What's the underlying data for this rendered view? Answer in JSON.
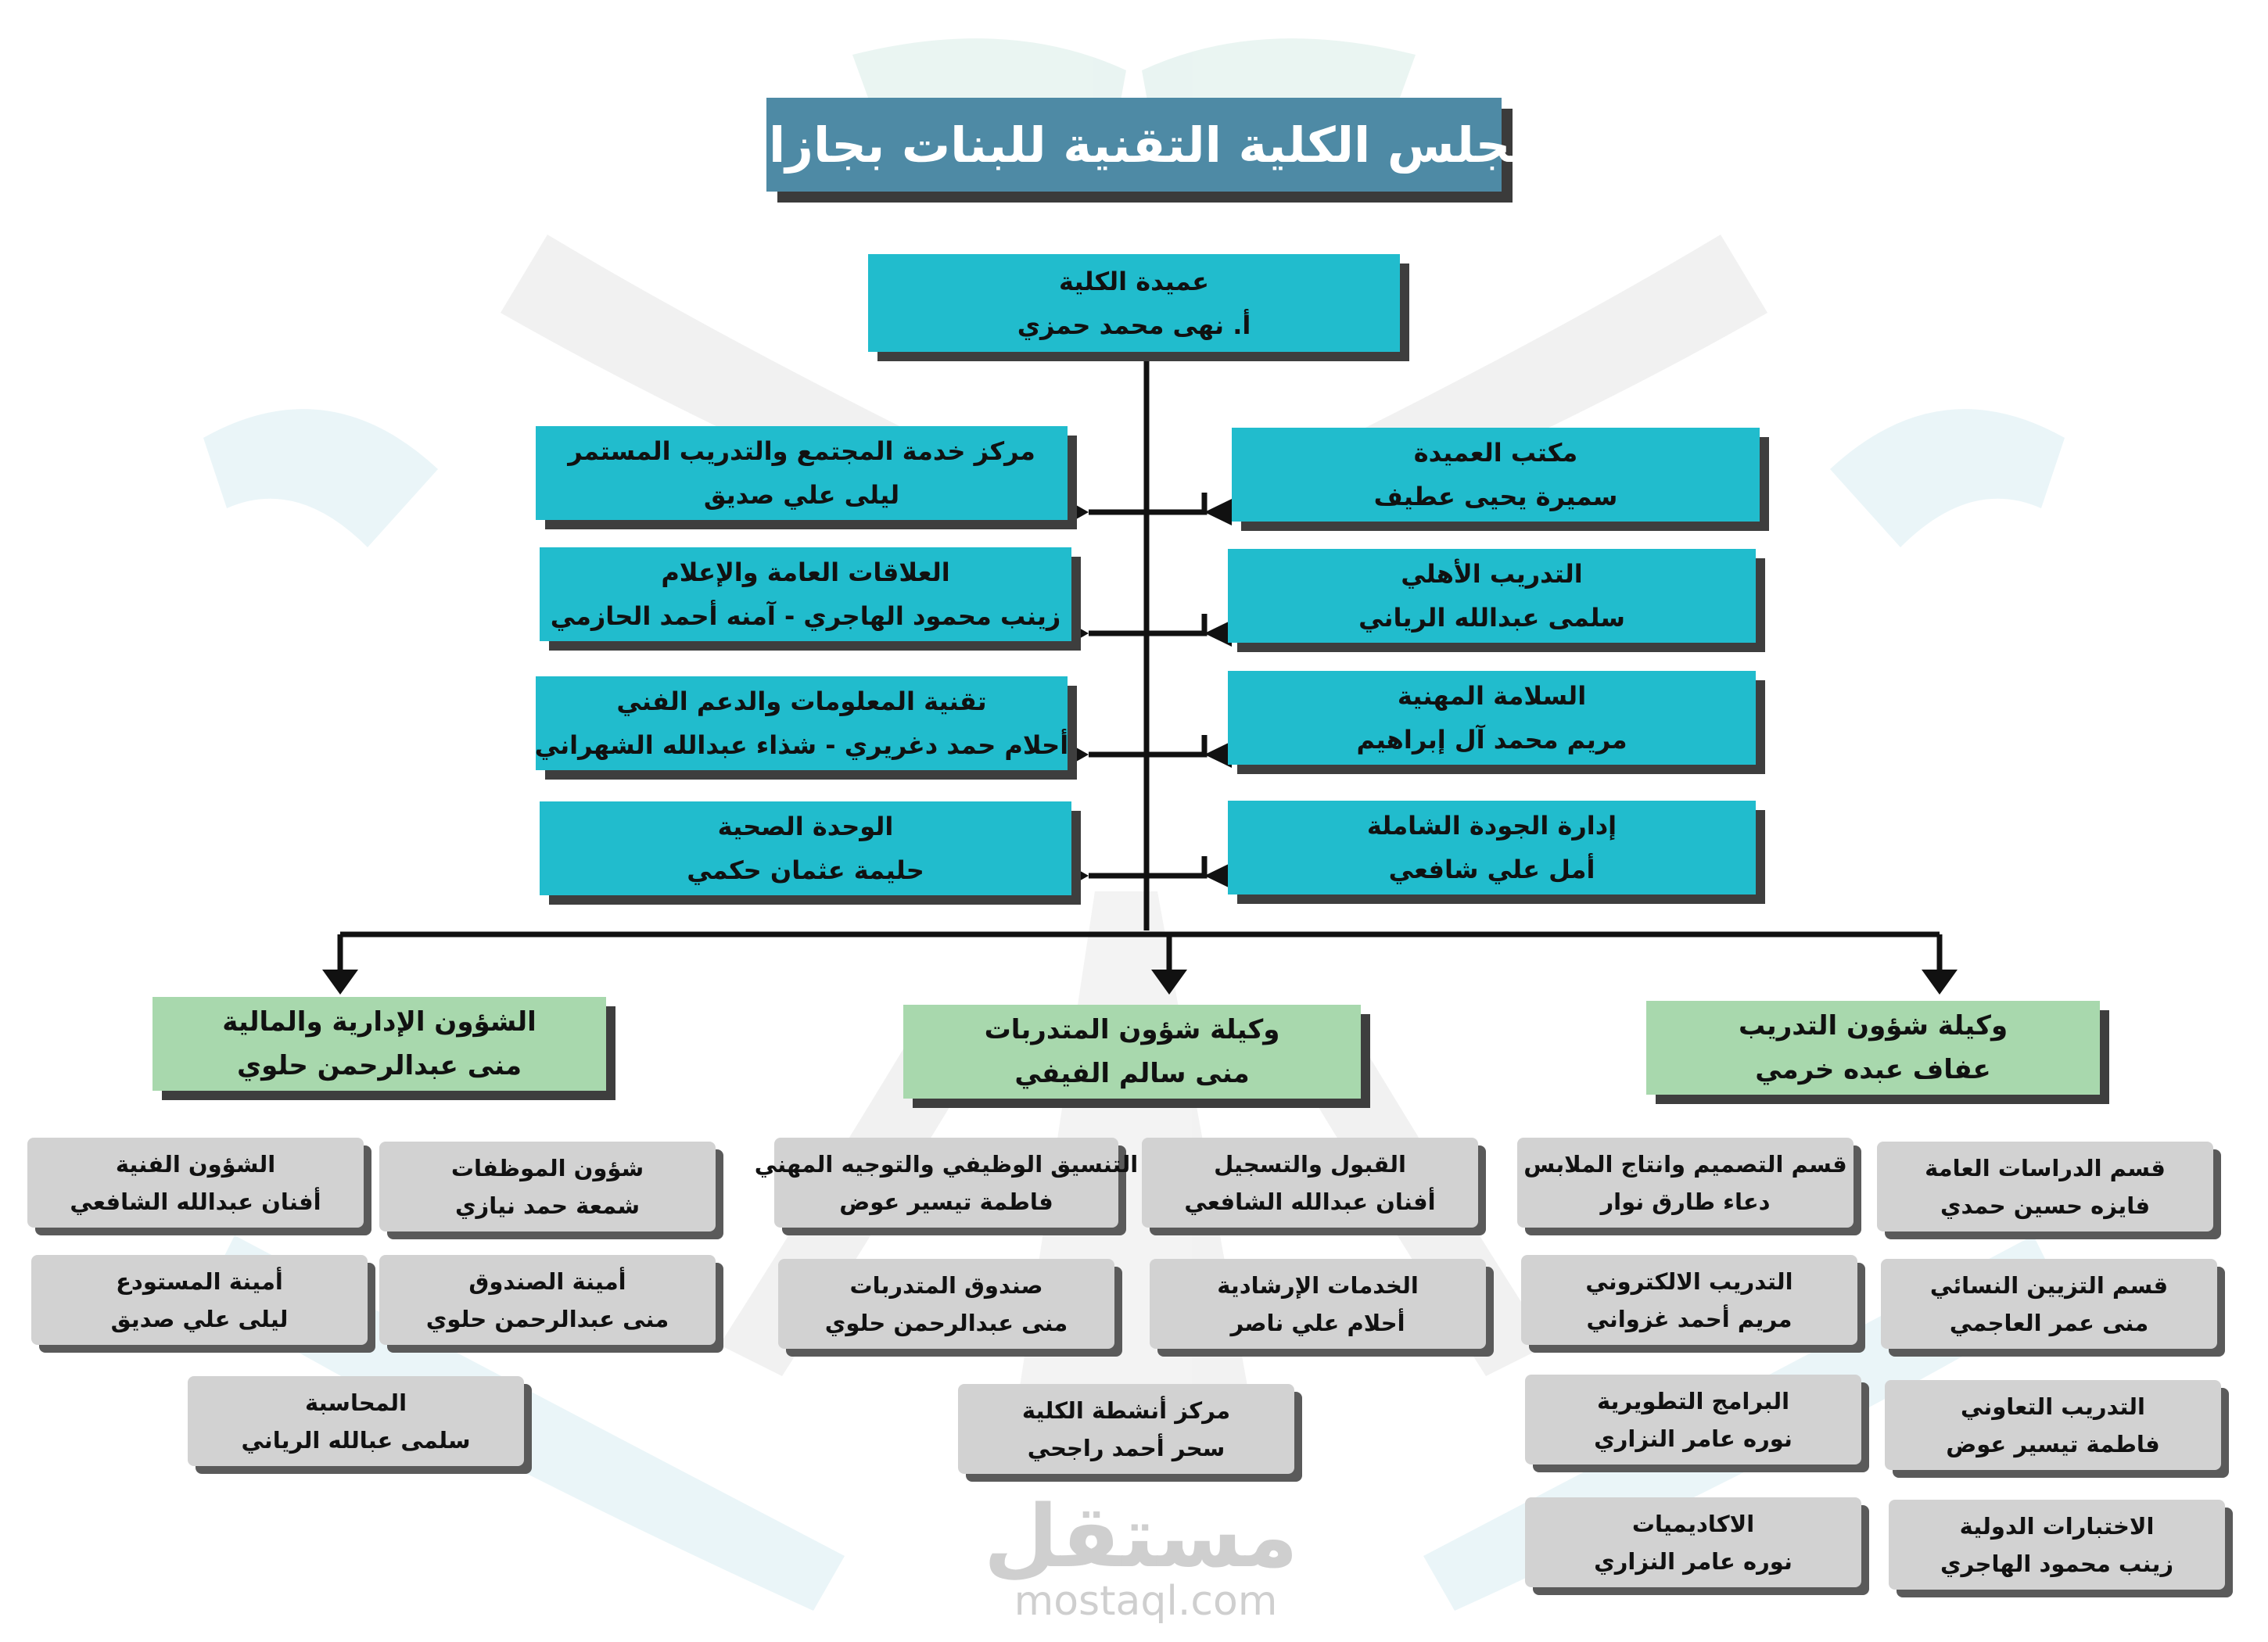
{
  "title": "مجلس الكلية التقنية للبنات بجازان",
  "dean": {
    "role": "عميدة الكلية",
    "name": "أ. نهى محمد حمزي"
  },
  "right_offices": [
    {
      "role": "مكتب العميدة",
      "name": "سميرة يحيى عطيف"
    },
    {
      "role": "التدريب الأهلي",
      "name": "سلمى عبدالله الرياني"
    },
    {
      "role": "السلامة المهنية",
      "name": "مريم محمد آل إبراهيم"
    },
    {
      "role": "إدارة الجودة الشاملة",
      "name": "أمل علي شافعي"
    }
  ],
  "left_offices": [
    {
      "role": "مركز خدمة المجتمع والتدريب المستمر",
      "name": "ليلى علي صديق"
    },
    {
      "role": "العلاقات العامة والإعلام",
      "name": "زينب محمود الهاجري - آمنه أحمد الحازمي"
    },
    {
      "role": "تقنية المعلومات والدعم الفني",
      "name": "أحلام حمد دغريري - شذاء عبدالله الشهراني"
    },
    {
      "role": "الوحدة الصحية",
      "name": "حليمة عثمان حكمي"
    }
  ],
  "vice_deans": [
    {
      "role": "وكيلة شؤون التدريب",
      "name": "عفاف عبده خرمي"
    },
    {
      "role": "وكيلة شؤون المتدربات",
      "name": "منى سالم الفيفي"
    },
    {
      "role": "الشؤون الإدارية والمالية",
      "name": "منى عبدالرحمن حلوي"
    }
  ],
  "training_units": [
    {
      "role": "قسم الدراسات العامة",
      "name": "فايزه حسين حمدي"
    },
    {
      "role": "قسم التصميم وانتاج الملابس",
      "name": "دعاء طارق نوار"
    },
    {
      "role": "قسم التزيين النسائي",
      "name": "منى عمر العاجمي"
    },
    {
      "role": "التدريب الالكتروني",
      "name": "مريم أحمد غزواني"
    },
    {
      "role": "التدريب التعاوني",
      "name": "فاطمة تيسير عوض"
    },
    {
      "role": "البرامج التطويرية",
      "name": "نوره عامر النزاري"
    },
    {
      "role": "الاختبارات الدولية",
      "name": "زينب محمود الهاجري"
    },
    {
      "role": "الاكاديميات",
      "name": "نوره عامر النزاري"
    }
  ],
  "trainee_units": [
    {
      "role": "القبول والتسجيل",
      "name": "أفنان عبدالله الشافعي"
    },
    {
      "role": "التنسيق الوظيفي والتوجيه المهني",
      "name": "فاطمة تيسير عوض"
    },
    {
      "role": "الخدمات الإرشادية",
      "name": "أحلام علي ناصر"
    },
    {
      "role": "صندوق المتدربات",
      "name": "منى عبدالرحمن حلوي"
    },
    {
      "role": "مركز أنشطة الكلية",
      "name": "سحر أحمد راجحي"
    }
  ],
  "admin_units": [
    {
      "role": "شؤون الموظفات",
      "name": "شمعة حمد نيازي"
    },
    {
      "role": "الشؤون الفنية",
      "name": "أفنان عبدالله الشافعي"
    },
    {
      "role": "أمينة الصندوق",
      "name": "منى عبدالرحمن حلوي"
    },
    {
      "role": "أمينة المستودع",
      "name": "ليلى علي صديق"
    },
    {
      "role": "المحاسبة",
      "name": "سلمى عبالله الرياني"
    }
  ],
  "watermark": {
    "arabic": "مستقل",
    "latin": "mostaql.com"
  },
  "colors": {
    "title_bg": "#4e8aa5",
    "primary_box": "#21bccd",
    "vice_box": "#a8d8ad",
    "unit_box": "#d2d2d2",
    "connector": "#111111"
  }
}
